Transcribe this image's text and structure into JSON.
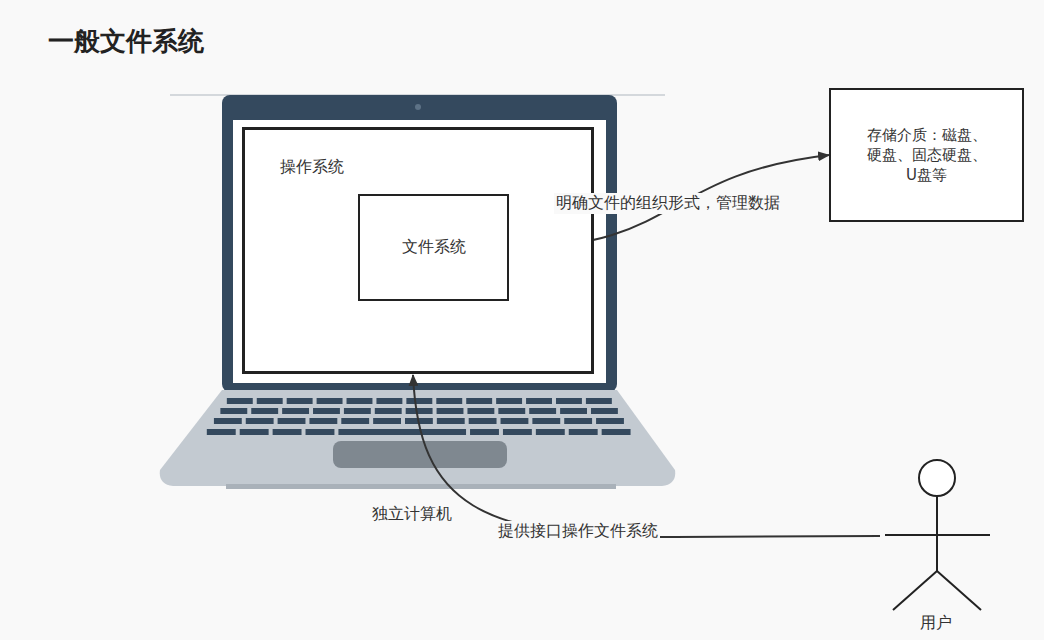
{
  "diagram": {
    "title": "一般文件系统",
    "nodes": [
      {
        "text": [
          "操作系统"
        ]
      },
      {
        "text": [
          "文件系统"
        ],
        "in": 0
      },
      {
        "text": [
          "存储介质：磁盘、硬盘、固态硬盘、U盘等"
        ]
      },
      {
        "text": [
          "用户"
        ]
      }
    ],
    "edges": [
      {
        "from": 1,
        "to": 2,
        "label": "明确文件的组织形式，管理数据",
        "arrow": "to"
      },
      {
        "from": 3,
        "to": 0,
        "label": "提供接口操作文件系统",
        "arrow": "to"
      }
    ],
    "labels": [
      "独立计算机"
    ]
  }
}
